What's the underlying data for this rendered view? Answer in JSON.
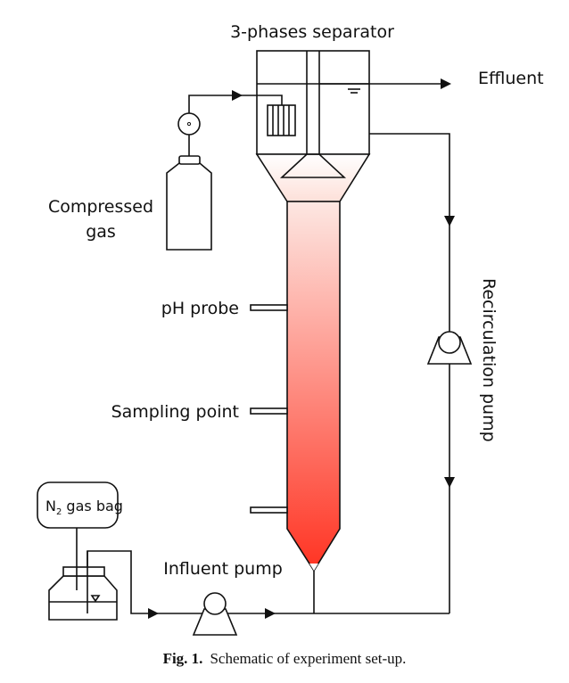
{
  "figure": {
    "caption_label": "Fig. 1.",
    "caption_text": "Schematic of experiment set-up.",
    "accent_colors": {
      "reactor_top": "#fde7e2",
      "reactor_bottom": "#ff3322"
    }
  },
  "labels": {
    "separator": "3-phases separator",
    "effluent": "Effluent",
    "compressed_gas_line1": "Compressed",
    "compressed_gas_line2": "gas",
    "ph_probe": "pH probe",
    "sampling_point": "Sampling point",
    "recirculation_pump": "Recirculation pump",
    "gas_bag_prefix": "N",
    "gas_bag_subscript": "2",
    "gas_bag_suffix": " gas bag",
    "influent_pump": "Influent pump"
  }
}
